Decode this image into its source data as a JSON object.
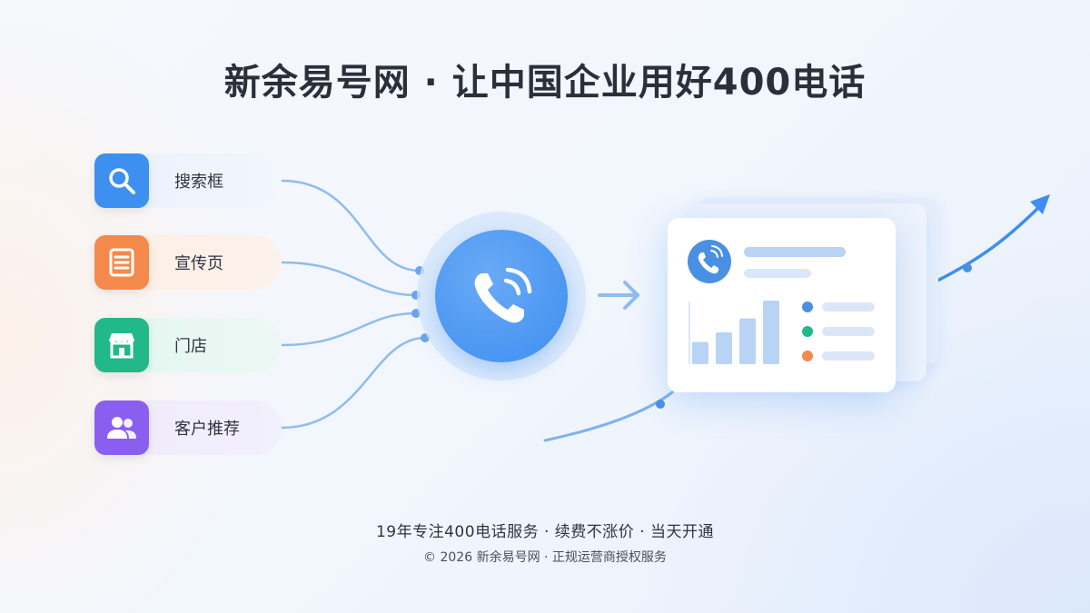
{
  "header": {
    "title": "新余易号网 · 让中国企业用好400电话"
  },
  "sources": [
    {
      "label": "搜索框",
      "icon": "search-icon",
      "color": "#3d8ff0"
    },
    {
      "label": "宣传页",
      "icon": "document-icon",
      "color": "#f5894b"
    },
    {
      "label": "门店",
      "icon": "store-icon",
      "color": "#22b888"
    },
    {
      "label": "客户推荐",
      "icon": "users-icon",
      "color": "#8a5ff0"
    }
  ],
  "hub": {
    "icon": "phone-call-icon",
    "color": "#3d8ef0"
  },
  "dashboard": {
    "icon": "phone-call-icon",
    "bar_levels": [
      0.35,
      0.5,
      0.72,
      1.0
    ],
    "legend_colors": [
      "#4a90e2",
      "#22b888",
      "#f5894b"
    ]
  },
  "footer": {
    "tagline": "19年专注400电话服务 · 续费不涨价 · 当天开通",
    "copyright": "© 2026 新余易号网 · 正规运营商授权服务"
  }
}
